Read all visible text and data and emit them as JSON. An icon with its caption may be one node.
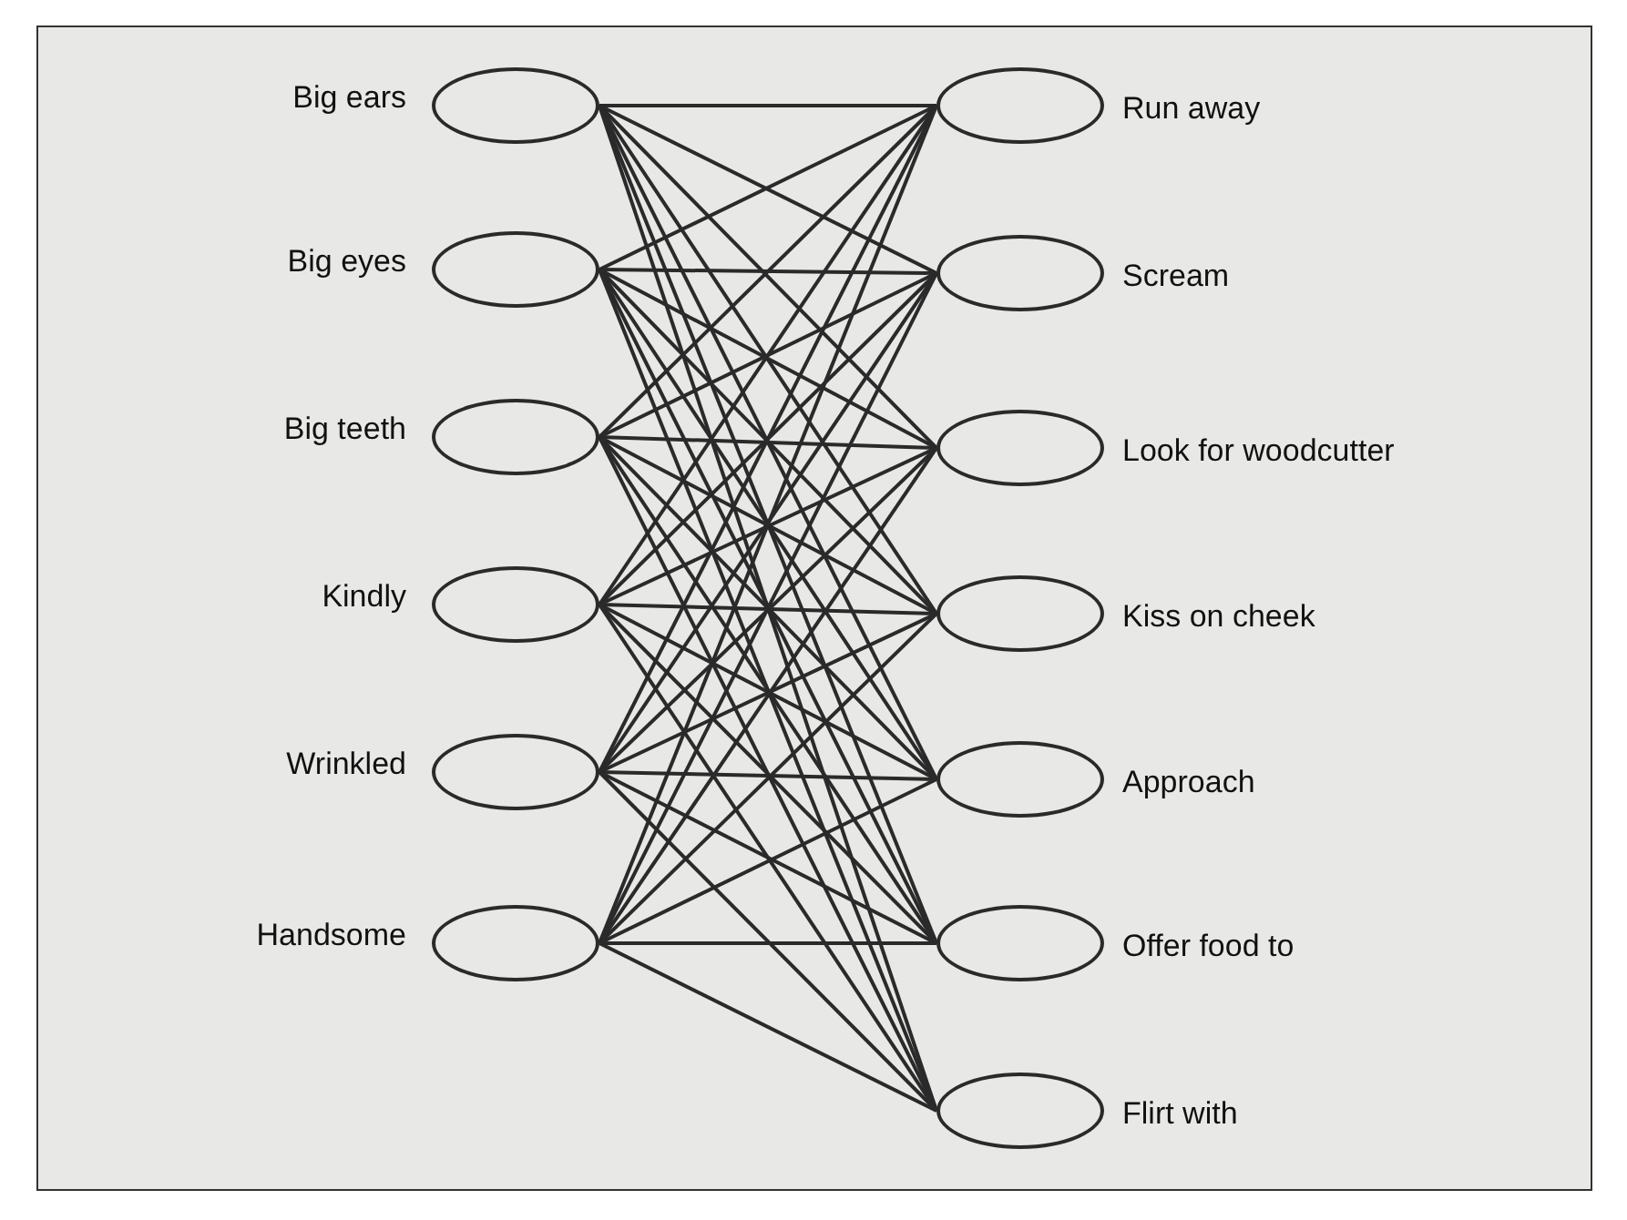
{
  "diagram": {
    "nodes": [
      {
        "text": [],
        "shape": "ellipse",
        "beside": [
          "Big ears"
        ]
      },
      {
        "text": [],
        "shape": "ellipse",
        "beside": [
          "Big eyes"
        ]
      },
      {
        "text": [],
        "shape": "ellipse",
        "beside": [
          "Big teeth"
        ]
      },
      {
        "text": [],
        "shape": "ellipse",
        "beside": [
          "Kindly"
        ]
      },
      {
        "text": [],
        "shape": "ellipse",
        "beside": [
          "Wrinkled"
        ]
      },
      {
        "text": [],
        "shape": "ellipse",
        "beside": [
          "Handsome"
        ]
      },
      {
        "text": [],
        "shape": "ellipse",
        "beside": [
          "Run away"
        ]
      },
      {
        "text": [],
        "shape": "ellipse",
        "beside": [
          "Scream"
        ]
      },
      {
        "text": [],
        "shape": "ellipse",
        "beside": [
          "Look for woodcutter"
        ]
      },
      {
        "text": [],
        "shape": "ellipse",
        "beside": [
          "Kiss on cheek"
        ]
      },
      {
        "text": [],
        "shape": "ellipse",
        "beside": [
          "Approach"
        ]
      },
      {
        "text": [],
        "shape": "ellipse",
        "beside": [
          "Offer food to"
        ]
      },
      {
        "text": [],
        "shape": "ellipse",
        "beside": [
          "Flirt with"
        ]
      }
    ],
    "edges": [
      {
        "from": 0,
        "to": 6,
        "arrow": "none"
      },
      {
        "from": 0,
        "to": 7,
        "arrow": "none"
      },
      {
        "from": 0,
        "to": 8,
        "arrow": "none"
      },
      {
        "from": 0,
        "to": 9,
        "arrow": "none"
      },
      {
        "from": 0,
        "to": 10,
        "arrow": "none"
      },
      {
        "from": 0,
        "to": 11,
        "arrow": "none"
      },
      {
        "from": 0,
        "to": 12,
        "arrow": "none"
      },
      {
        "from": 1,
        "to": 6,
        "arrow": "none"
      },
      {
        "from": 1,
        "to": 7,
        "arrow": "none"
      },
      {
        "from": 1,
        "to": 8,
        "arrow": "none"
      },
      {
        "from": 1,
        "to": 9,
        "arrow": "none"
      },
      {
        "from": 1,
        "to": 10,
        "arrow": "none"
      },
      {
        "from": 1,
        "to": 11,
        "arrow": "none"
      },
      {
        "from": 1,
        "to": 12,
        "arrow": "none"
      },
      {
        "from": 2,
        "to": 6,
        "arrow": "none"
      },
      {
        "from": 2,
        "to": 7,
        "arrow": "none"
      },
      {
        "from": 2,
        "to": 8,
        "arrow": "none"
      },
      {
        "from": 2,
        "to": 9,
        "arrow": "none"
      },
      {
        "from": 2,
        "to": 10,
        "arrow": "none"
      },
      {
        "from": 2,
        "to": 11,
        "arrow": "none"
      },
      {
        "from": 2,
        "to": 12,
        "arrow": "none"
      },
      {
        "from": 3,
        "to": 6,
        "arrow": "none"
      },
      {
        "from": 3,
        "to": 7,
        "arrow": "none"
      },
      {
        "from": 3,
        "to": 8,
        "arrow": "none"
      },
      {
        "from": 3,
        "to": 9,
        "arrow": "none"
      },
      {
        "from": 3,
        "to": 10,
        "arrow": "none"
      },
      {
        "from": 3,
        "to": 11,
        "arrow": "none"
      },
      {
        "from": 3,
        "to": 12,
        "arrow": "none"
      },
      {
        "from": 4,
        "to": 6,
        "arrow": "none"
      },
      {
        "from": 4,
        "to": 7,
        "arrow": "none"
      },
      {
        "from": 4,
        "to": 8,
        "arrow": "none"
      },
      {
        "from": 4,
        "to": 9,
        "arrow": "none"
      },
      {
        "from": 4,
        "to": 10,
        "arrow": "none"
      },
      {
        "from": 4,
        "to": 11,
        "arrow": "none"
      },
      {
        "from": 4,
        "to": 12,
        "arrow": "none"
      },
      {
        "from": 5,
        "to": 6,
        "arrow": "none"
      },
      {
        "from": 5,
        "to": 7,
        "arrow": "none"
      },
      {
        "from": 5,
        "to": 8,
        "arrow": "none"
      },
      {
        "from": 5,
        "to": 9,
        "arrow": "none"
      },
      {
        "from": 5,
        "to": 10,
        "arrow": "none"
      },
      {
        "from": 5,
        "to": 11,
        "arrow": "none"
      },
      {
        "from": 5,
        "to": 12,
        "arrow": "none"
      }
    ]
  }
}
